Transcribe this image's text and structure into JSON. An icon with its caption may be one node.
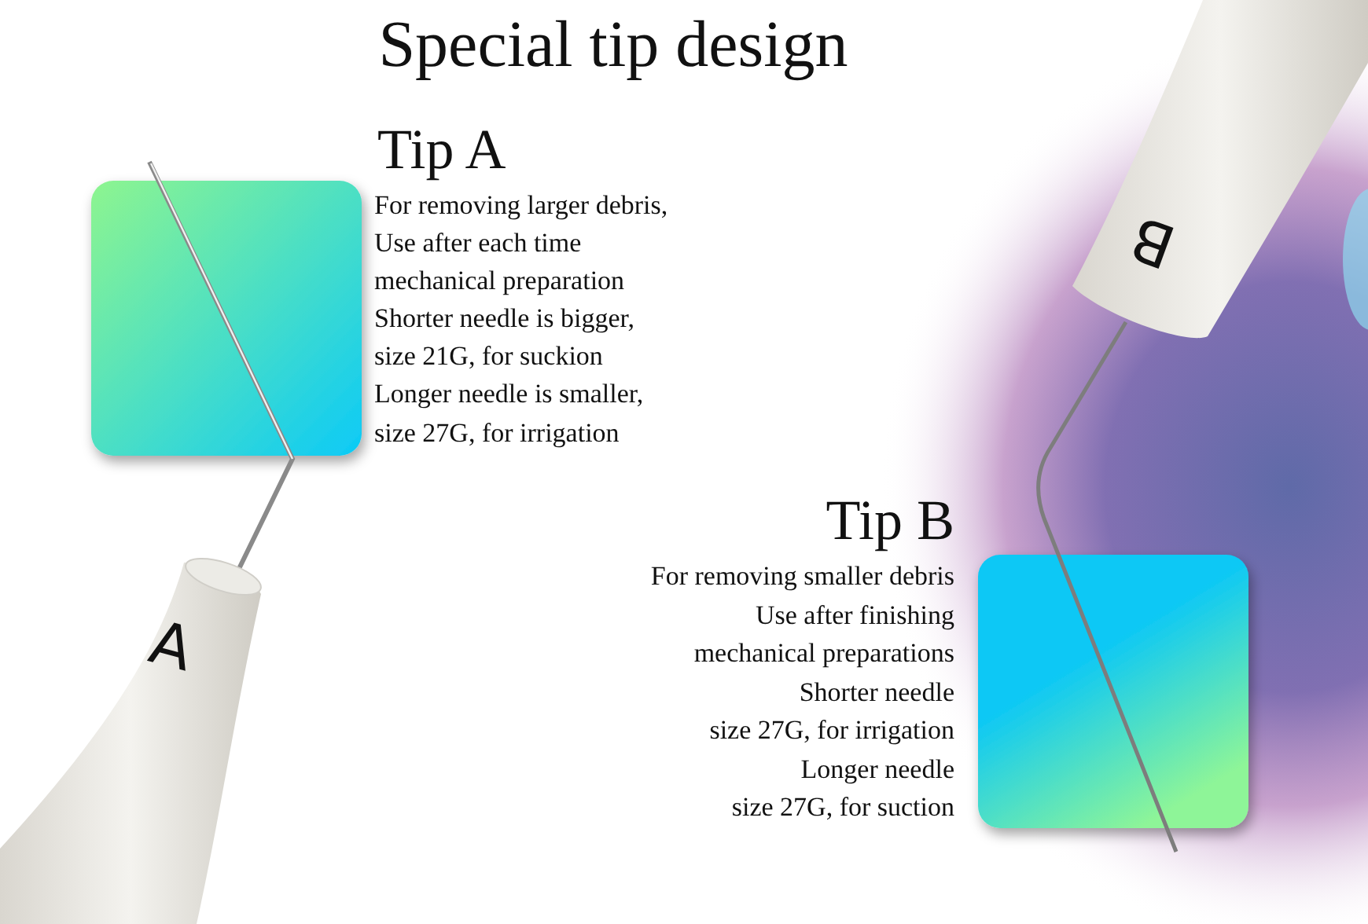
{
  "diagram": {
    "title": "Special tip design",
    "labels": [
      "Tip A",
      "For removing larger debris,",
      "Use after each time",
      "mechanical preparation",
      "Shorter needle is bigger,",
      "size 21G, for suckion",
      "Longer needle is smaller,",
      "size 27G, for irrigation",
      "Tip B",
      "For removing smaller debris",
      "Use after finishing",
      "mechanical preparations",
      "Shorter needle",
      "size 27G, for irrigation",
      "Longer needle",
      "size 27G, for suction",
      "A",
      "B"
    ]
  }
}
